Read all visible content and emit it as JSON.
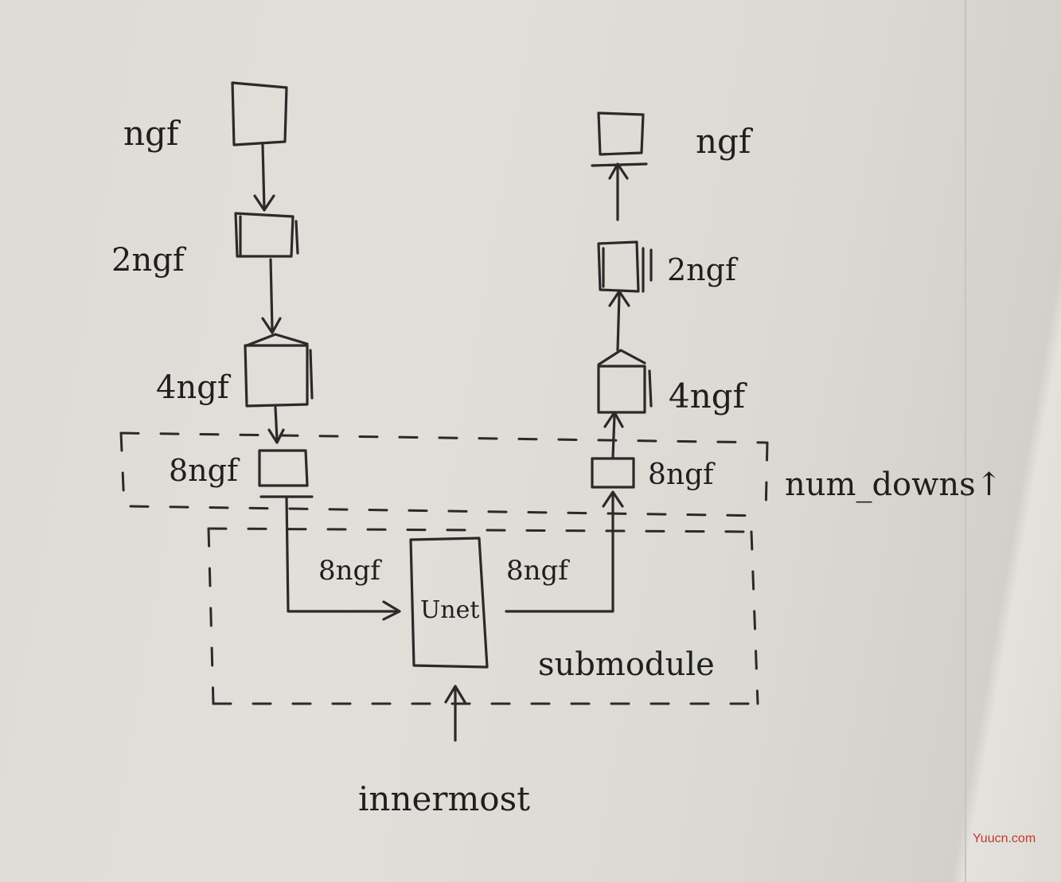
{
  "labels": {
    "left_ngf": "ngf",
    "left_2ngf": "2ngf",
    "left_4ngf": "4ngf",
    "left_8ngf": "8ngf",
    "right_ngf": "ngf",
    "right_2ngf": "2ngf",
    "right_4ngf": "4ngf",
    "right_8ngf": "8ngf",
    "to_unet": "8ngf",
    "from_unet": "8ngf",
    "unet": "Unet",
    "submodule": "submodule",
    "num_downs": "num_downs↑",
    "innermost": "innermost"
  },
  "watermark": "Yuucn.com",
  "colors": {
    "ink": "#2a2a2a",
    "paper": "#e0ddd7",
    "watermark": "#c0392b"
  }
}
